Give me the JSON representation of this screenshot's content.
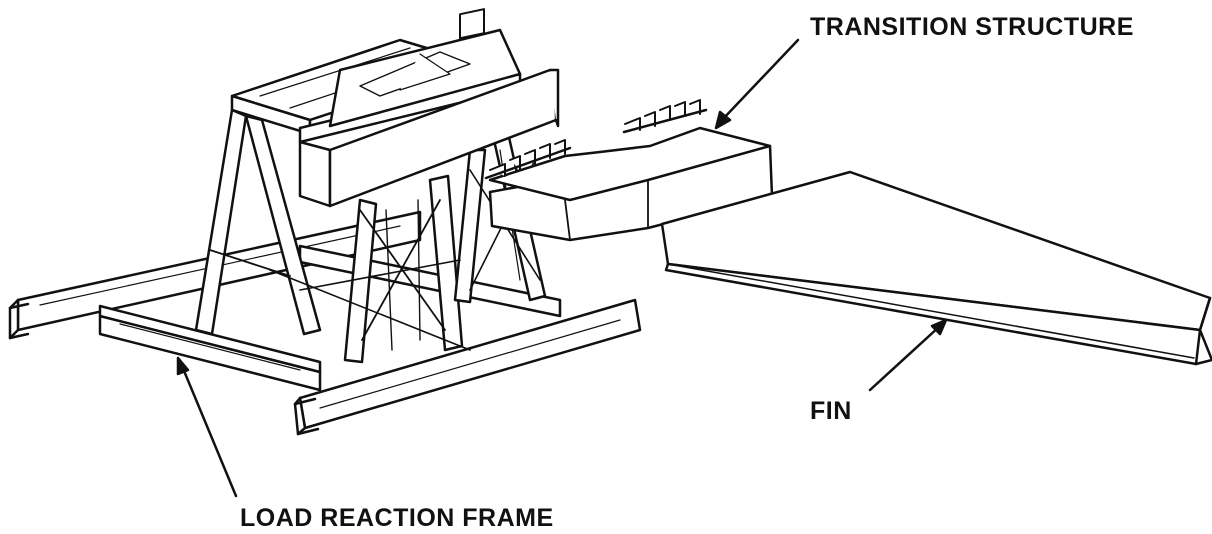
{
  "labels": {
    "transition_structure": "TRANSITION STRUCTURE",
    "fin": "FIN",
    "load_reaction_frame": "LOAD REACTION FRAME"
  },
  "colors": {
    "line": "#111111",
    "background": "#ffffff"
  }
}
